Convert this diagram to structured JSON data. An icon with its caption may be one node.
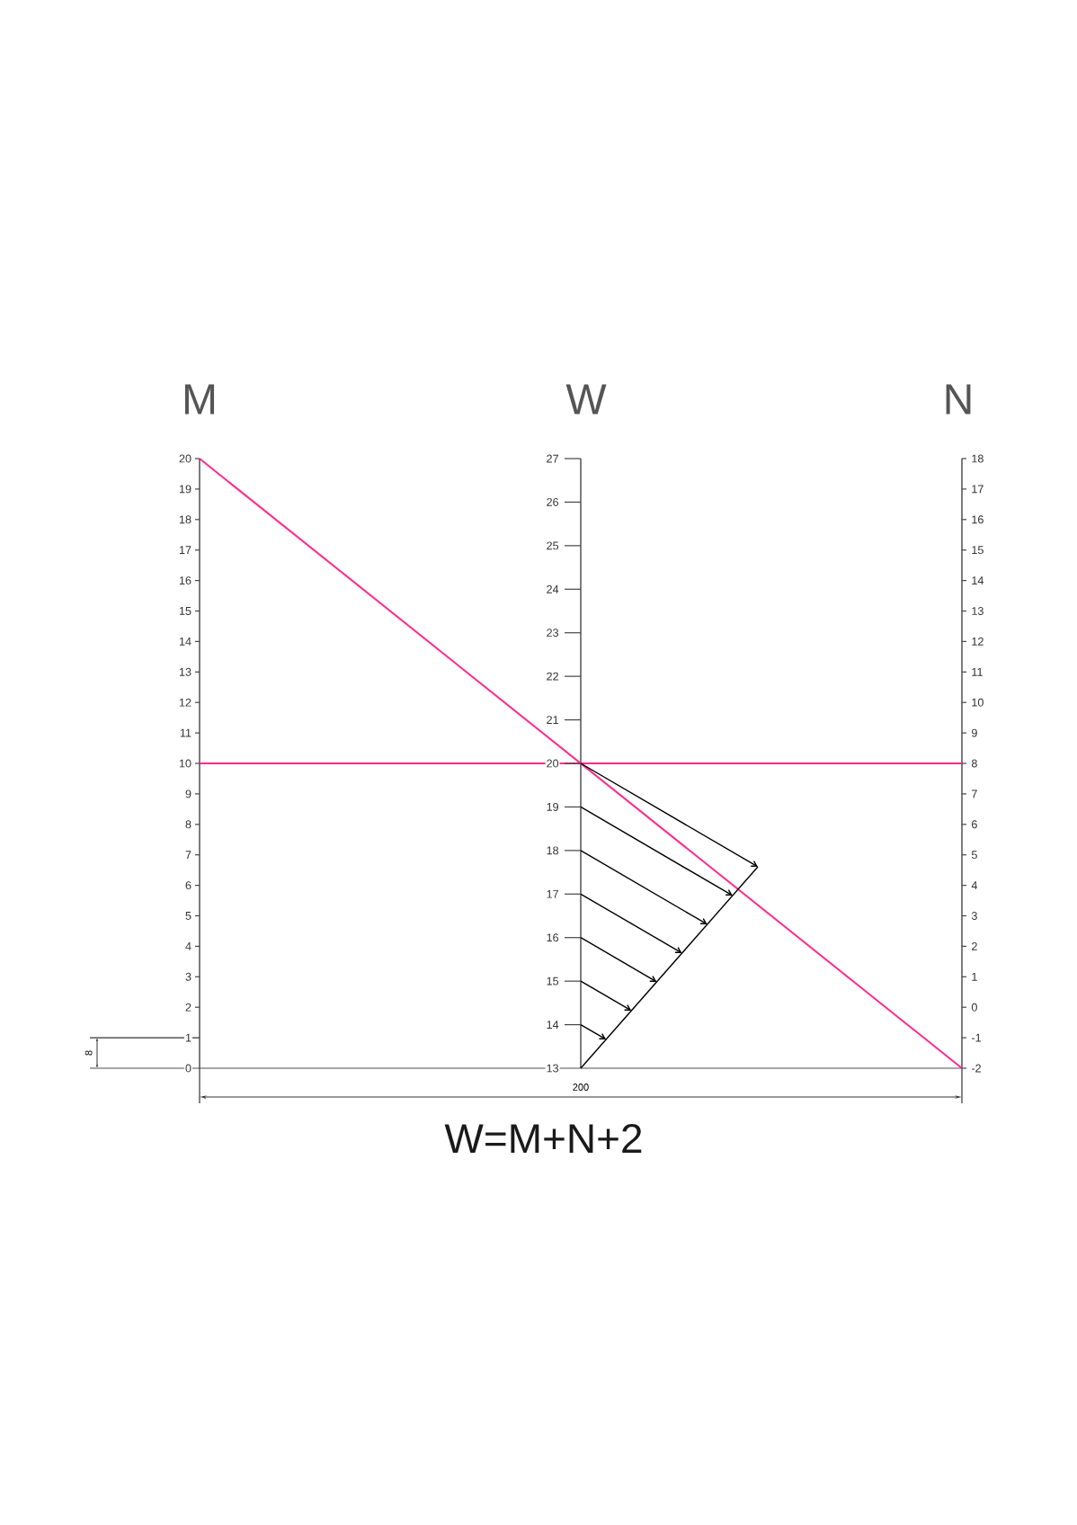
{
  "diagram": {
    "caption": "W=M+N+2",
    "labels": [
      "M",
      "W",
      "N",
      "20",
      "19",
      "18",
      "17",
      "16",
      "15",
      "14",
      "13",
      "12",
      "11",
      "10",
      "9",
      "8",
      "7",
      "6",
      "5",
      "4",
      "3",
      "2",
      "1",
      "0",
      "27",
      "26",
      "25",
      "24",
      "23",
      "22",
      "21",
      "20",
      "19",
      "18",
      "17",
      "16",
      "15",
      "14",
      "13",
      "18",
      "17",
      "16",
      "15",
      "14",
      "13",
      "12",
      "11",
      "10",
      "9",
      "8",
      "7",
      "6",
      "5",
      "4",
      "3",
      "2",
      "1",
      "0",
      "-1",
      "-2",
      "8",
      "200"
    ]
  }
}
